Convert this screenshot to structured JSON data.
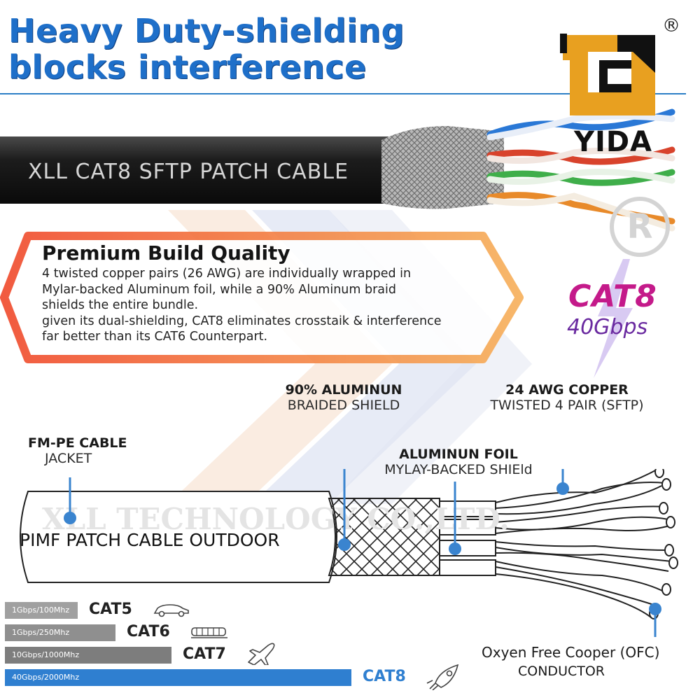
{
  "headline": {
    "line1": "Heavy Duty-shielding",
    "line2": "blocks  interference"
  },
  "brand": {
    "name": "YIDA",
    "registered_mark": "®",
    "logo_color": "#e8a020"
  },
  "cable_photo": {
    "label": "XLL CAT8 SFTP PATCH CABLE"
  },
  "feature_card": {
    "title": "Premium Build Quality",
    "lines": [
      "4 twisted copper pairs (26 AWG) are individually wrapped in",
      "Mylar-backed Aluminum foil, while a 90% Aluminum braid",
      "shields the entire bundle.",
      "given its dual-shielding, CAT8 eliminates crosstaik & interference",
      "far better than its CAT6 Counterpart."
    ]
  },
  "cat8_badge": {
    "label": "CAT8",
    "speed": "40Gbps"
  },
  "callouts": {
    "jacket": {
      "title": "FM-PE CABLE",
      "sub": "JACKET"
    },
    "braid": {
      "title": "90% ALUMINUN",
      "sub": "BRAIDED SHIELD"
    },
    "foil": {
      "title": "ALUMINUN FOIL",
      "sub": "MYLAY-BACKED SHIEld"
    },
    "copper": {
      "title": "24 AWG COPPER",
      "sub": "TWISTED 4 PAIR (SFTP)"
    },
    "conductor": {
      "title": "Oxyen Free Cooper (OFC)",
      "sub": "CONDUCTOR"
    }
  },
  "diagram": {
    "label": "PIMF PATCH CABLE OUTDOOR",
    "watermark": "XLL TECHNOLOGY CO.,LTD."
  },
  "comparison": [
    {
      "speed": "1Gbps/100Mhz",
      "cat": "CAT5",
      "icon": "car-icon",
      "relative_length": 0.21,
      "color": "#a0a0a0"
    },
    {
      "speed": "1Gbps/250Mhz",
      "cat": "CAT6",
      "icon": "train-icon",
      "relative_length": 0.32,
      "color": "#8f8f8f"
    },
    {
      "speed": "10Gbps/1000Mhz",
      "cat": "CAT7",
      "icon": "airplane-icon",
      "relative_length": 0.48,
      "color": "#7d7d7d"
    },
    {
      "speed": "40Gbps/2000Mhz",
      "cat": "CAT8",
      "icon": "rocket-icon",
      "relative_length": 1.0,
      "color": "#2f7fd0"
    }
  ]
}
